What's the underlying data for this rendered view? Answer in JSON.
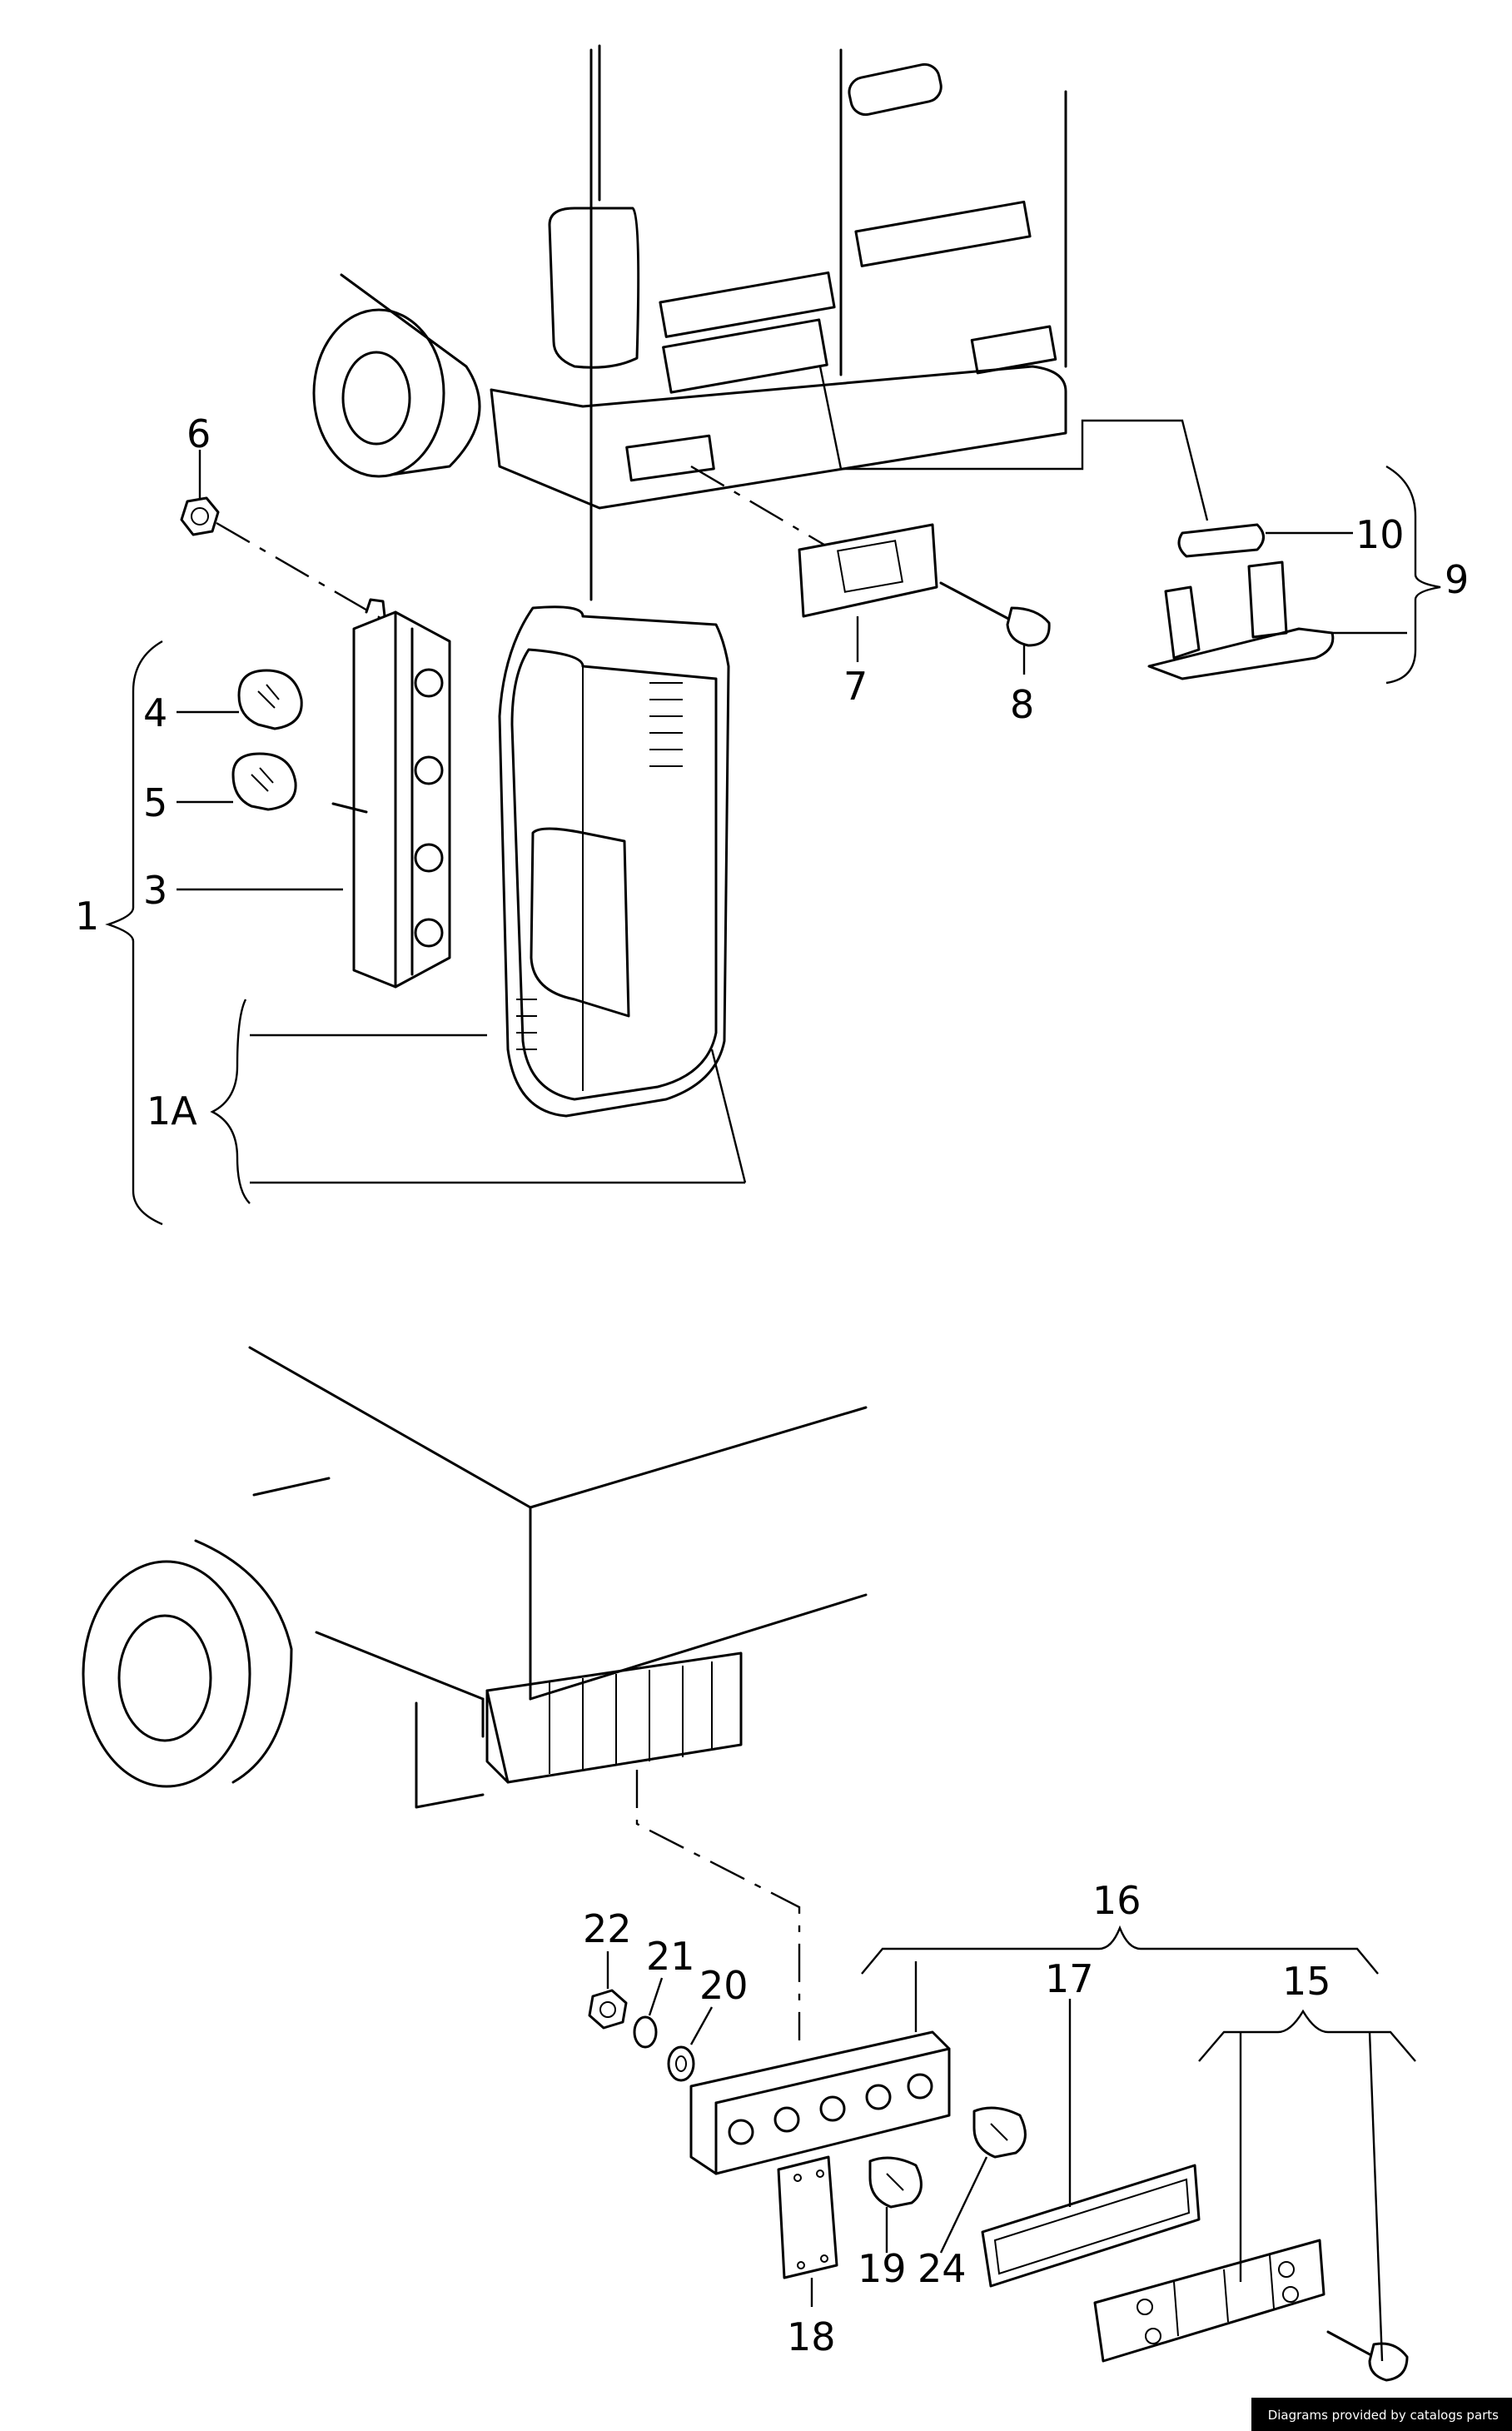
{
  "callouts": {
    "c1": "1",
    "c1a": "1A",
    "c3": "3",
    "c4": "4",
    "c5": "5",
    "c6": "6",
    "c7": "7",
    "c8": "8",
    "c9": "9",
    "c10": "10",
    "c15": "15",
    "c16": "16",
    "c17": "17",
    "c18": "18",
    "c19": "19",
    "c20": "20",
    "c21": "21",
    "c22": "22",
    "c24": "24"
  },
  "credit": "Diagrams provided by catalogs parts"
}
